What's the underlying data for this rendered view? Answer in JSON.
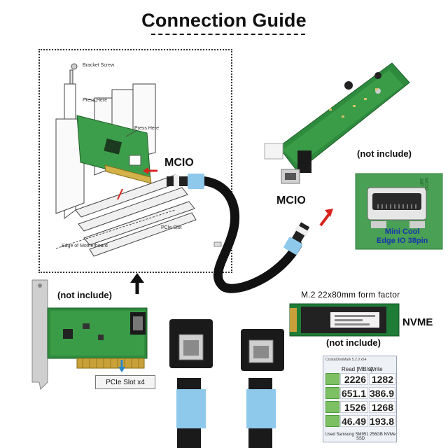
{
  "title": "Connection Guide",
  "install_diagram": {
    "labels": {
      "bracket_screw": "Bracket Screw",
      "press_here_1": "Press Here",
      "press_here_2": "Press Here",
      "pcie_slot": "PCIe Slot",
      "edge_of_motherboard": "Edge of Motherboard"
    }
  },
  "labels": {
    "mcio_left": "MCIO",
    "mcio_right": "MCIO",
    "not_include_top": "(not include)",
    "not_include_left": "(not include)",
    "not_include_nvme": "(not include)",
    "form_factor": "M.2 22x80mm form factor",
    "nvme": "NVME",
    "connector_caption_1": "Mini Cool",
    "connector_caption_2": "Edge IO 38pin",
    "connector_side_text": "MCIO 38P",
    "slot_caption": "PCIe Slot x4"
  },
  "benchmark": {
    "window_title": "CrystalDiskMark 5.2.0 x64",
    "header_read": "Read [MB/s]",
    "header_write": "Write [MB/s]",
    "rows": [
      {
        "read": "2226",
        "write": "1282"
      },
      {
        "read": "651.1",
        "write": "386.9"
      },
      {
        "read": "1526",
        "write": "1268"
      },
      {
        "read": "46.49",
        "write": "193.8"
      }
    ],
    "footer": "Used Samsung SM951 256GB NVMe SSD"
  },
  "colors": {
    "pcb_green": "#2e8b3e",
    "pcb_light": "#4fae5a",
    "cable_black": "#111111",
    "cable_blue_tab": "#8ec9ec",
    "arrow_red": "#d9231d",
    "caption_blue": "#1636a8"
  }
}
